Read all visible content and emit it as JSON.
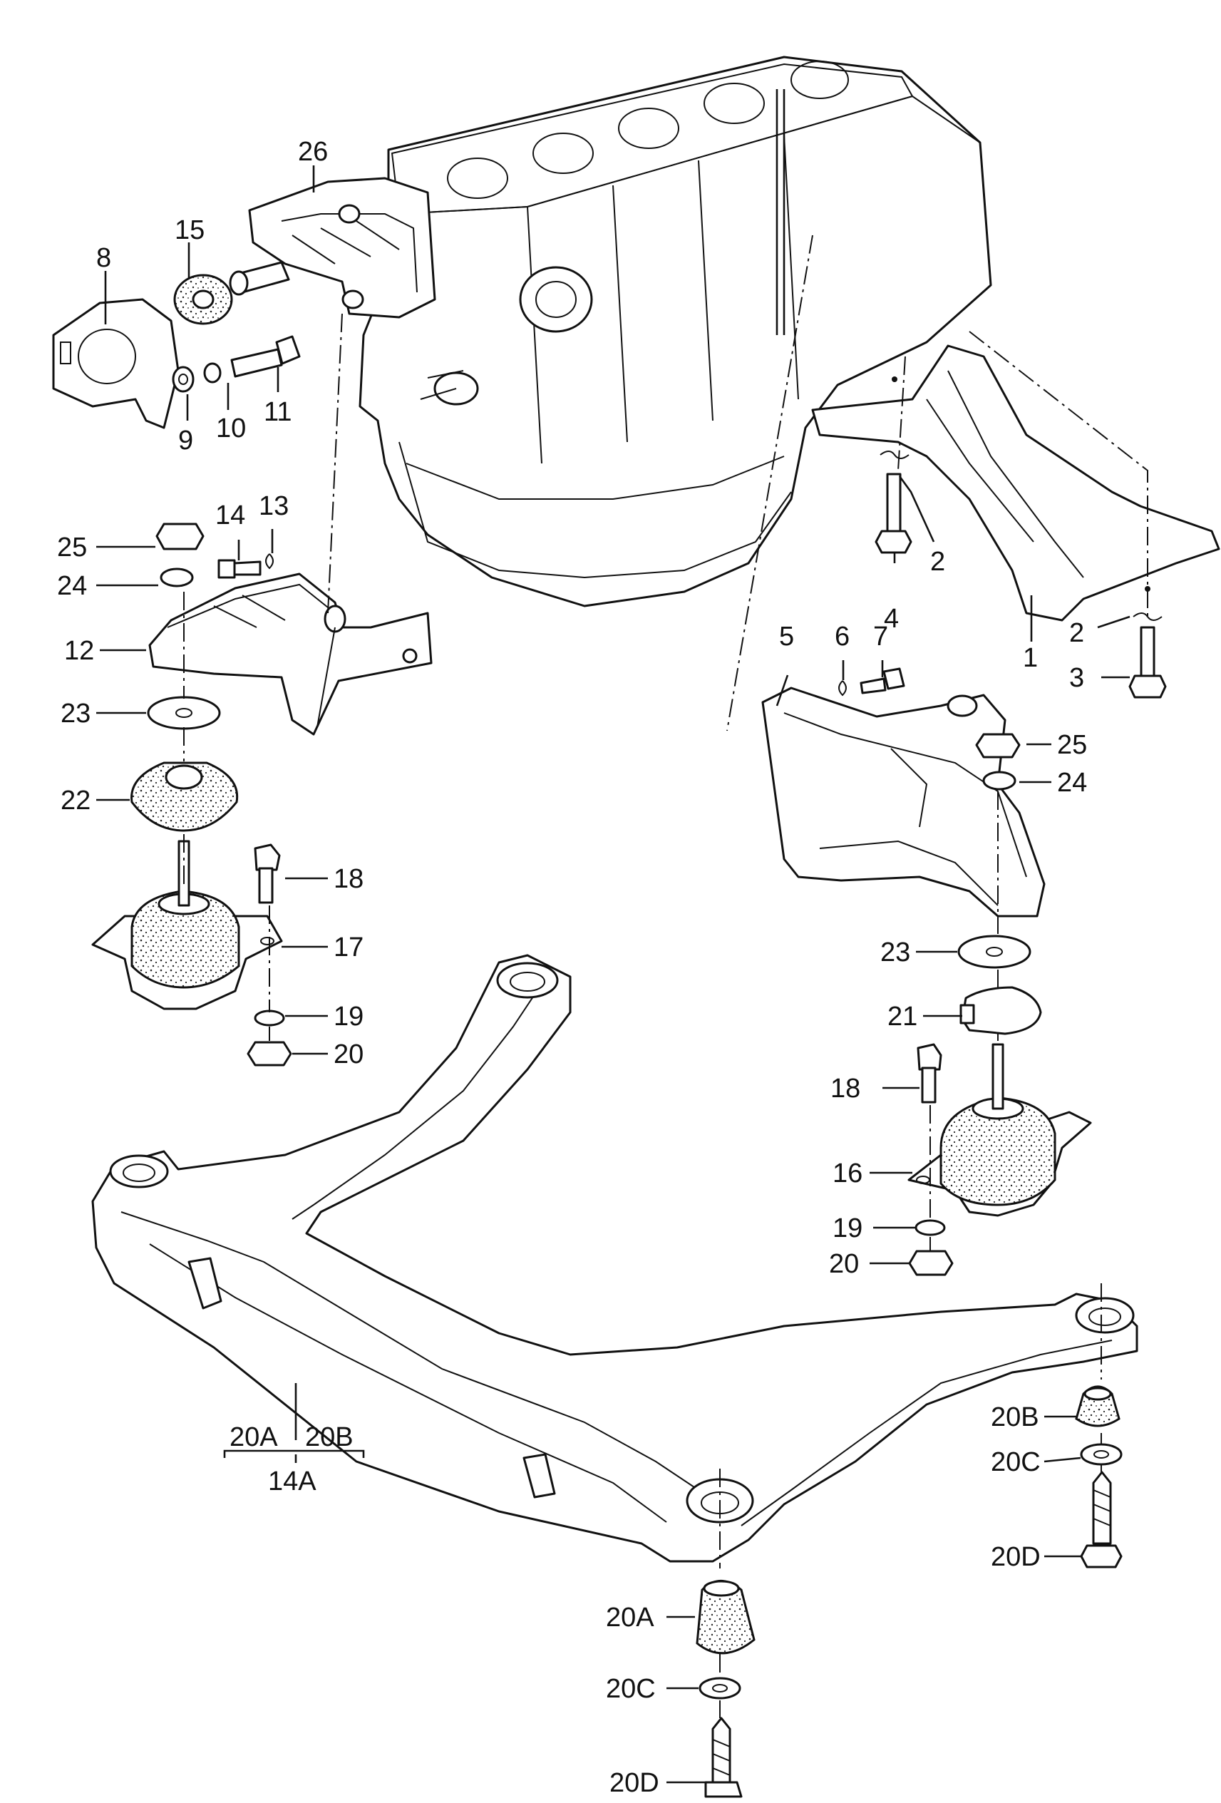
{
  "labels": {
    "p1": "1",
    "p2a": "2",
    "p2b": "2",
    "p3": "3",
    "p4": "4",
    "p5": "5",
    "p6": "6",
    "p7": "7",
    "p8": "8",
    "p9": "9",
    "p10": "10",
    "p11": "11",
    "p12": "12",
    "p13": "13",
    "p14": "14",
    "p15": "15",
    "p16": "16",
    "p17": "17",
    "p18a": "18",
    "p18b": "18",
    "p19a": "19",
    "p19b": "19",
    "p20a": "20",
    "p20b": "20",
    "p21": "21",
    "p22": "22",
    "p23a": "23",
    "p23b": "23",
    "p24a": "24",
    "p24b": "24",
    "p25a": "25",
    "p25b": "25",
    "p26": "26",
    "p20A_group": "20A",
    "p20B_group": "20B",
    "p14A": "14A",
    "p20A_lower": "20A",
    "p20B_right": "20B",
    "p20C_right": "20C",
    "p20D_right": "20D",
    "p20C_lower": "20C",
    "p20D_lower": "20D"
  }
}
